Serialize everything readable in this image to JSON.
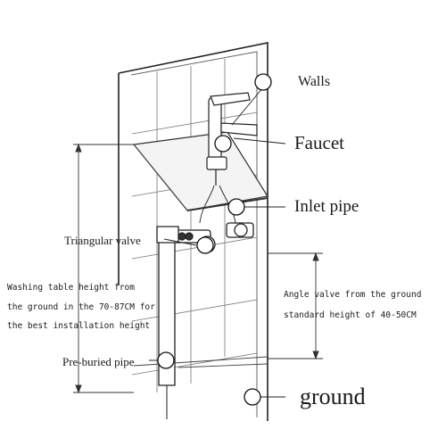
{
  "labels": {
    "walls": "Walls",
    "faucet": "Faucet",
    "inlet_pipe": "Inlet pipe",
    "triangular_valve": "Triangular valve",
    "preburied_pipe": "Pre-buried pipe",
    "ground": "ground"
  },
  "notes": {
    "washing_table_height": [
      "Washing table height from",
      "the ground in the 70-87CM for",
      "the best installation height"
    ],
    "angle_valve_height": [
      "Angle valve from the ground",
      "standard height of 40-50CM"
    ]
  }
}
